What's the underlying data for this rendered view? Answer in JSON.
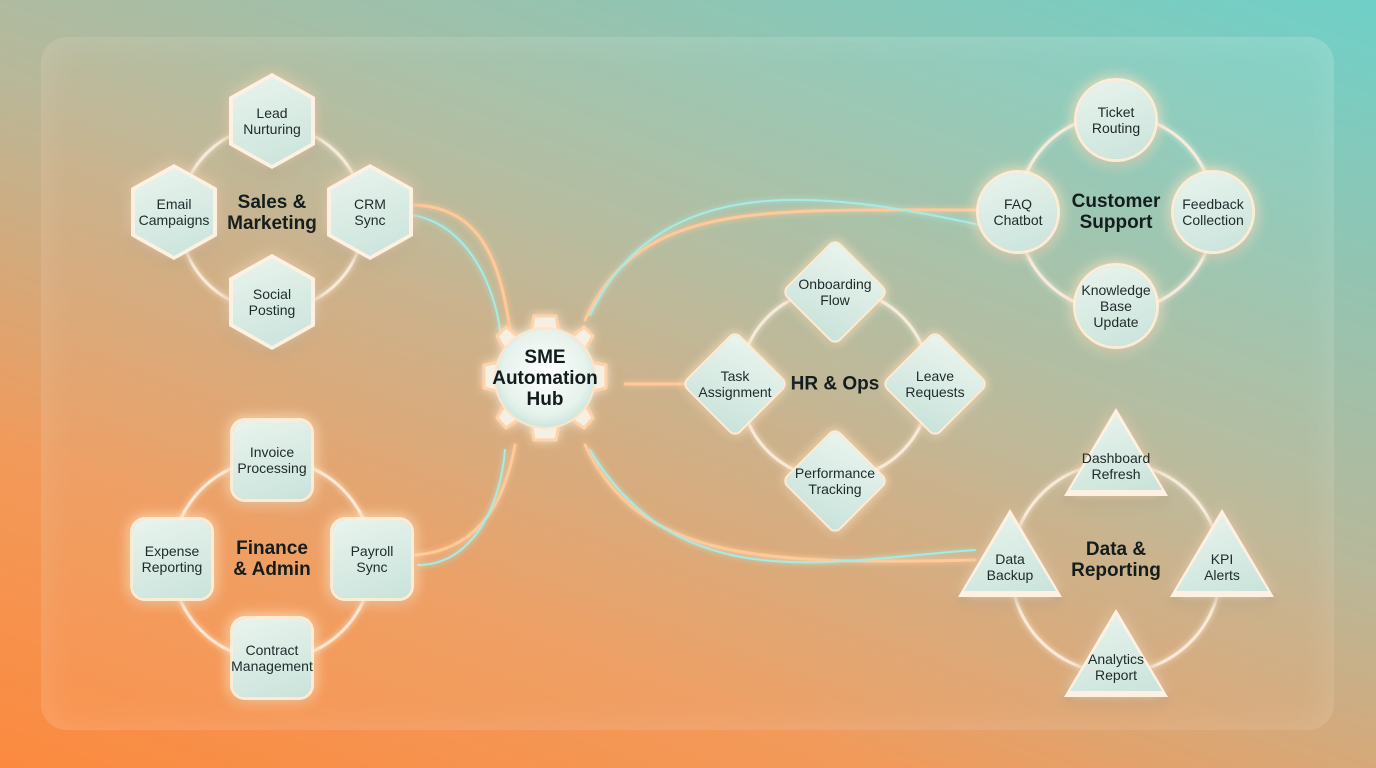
{
  "hub": {
    "label": "SME\nAutomation\nHub"
  },
  "groups": {
    "sales": {
      "title": "Sales &\nMarketing",
      "nodes": [
        "Lead\nNurturing",
        "Email\nCampaigns",
        "CRM\nSync",
        "Social\nPosting"
      ]
    },
    "finance": {
      "title": "Finance\n& Admin",
      "nodes": [
        "Invoice\nProcessing",
        "Expense\nReporting",
        "Payroll\nSync",
        "Contract\nManagement"
      ]
    },
    "hr": {
      "title": "HR & Ops",
      "nodes": [
        "Onboarding\nFlow",
        "Task\nAssignment",
        "Leave\nRequests",
        "Performance\nTracking"
      ]
    },
    "support": {
      "title": "Customer\nSupport",
      "nodes": [
        "Ticket\nRouting",
        "FAQ\nChatbot",
        "Feedback\nCollection",
        "Knowledge\nBase\nUpdate"
      ]
    },
    "data": {
      "title": "Data &\nReporting",
      "nodes": [
        "Dashboard\nRefresh",
        "Data\nBackup",
        "KPI\nAlerts",
        "Analytics\nReport"
      ]
    }
  },
  "colors": {
    "glow_orange": "#ffb27a",
    "glow_teal": "#9fe6e0",
    "node_fill": "#d8ece4"
  }
}
